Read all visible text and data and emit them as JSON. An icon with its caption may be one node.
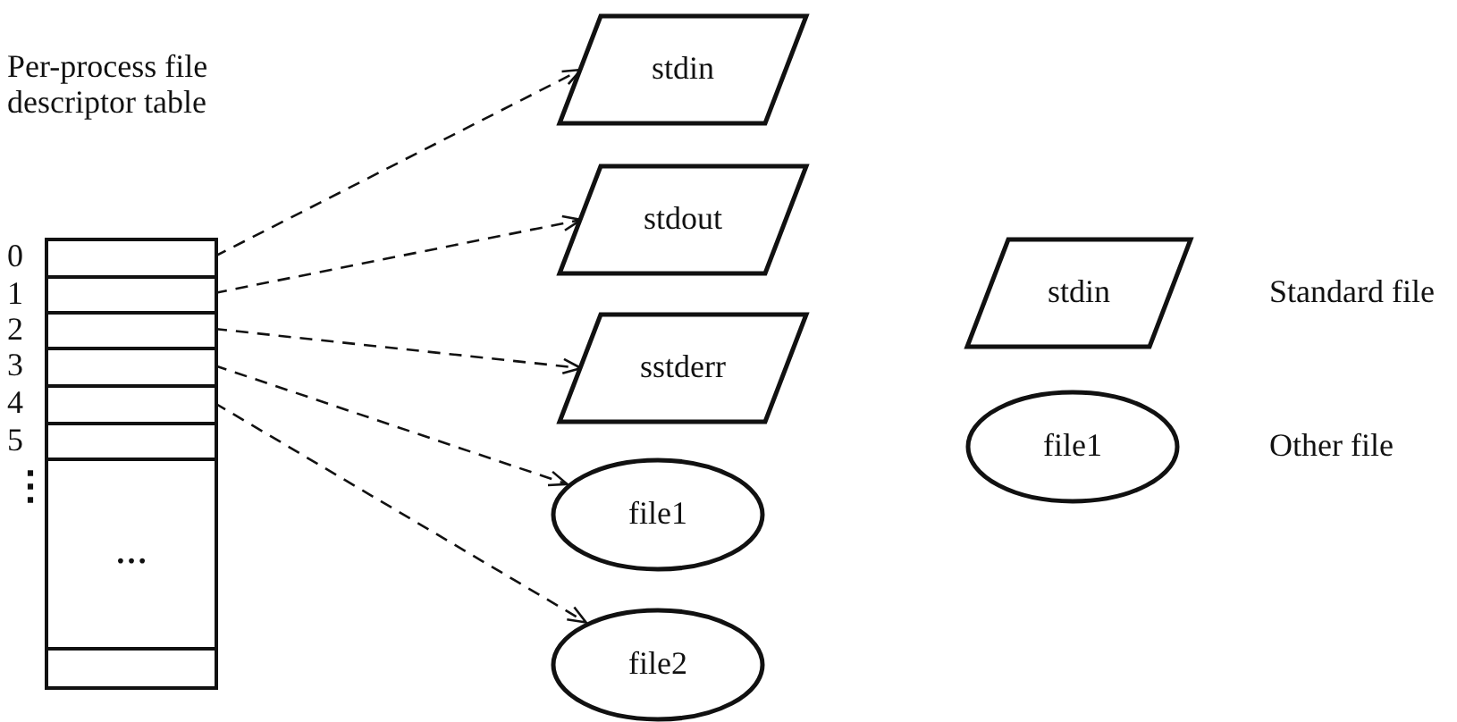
{
  "diagram": {
    "nodes": [
      {
        "text": [
          "Per-process file descriptor table"
        ]
      },
      {
        "text": [],
        "shape": "box",
        "in": 0,
        "beside": [
          "0"
        ]
      },
      {
        "text": [],
        "shape": "box",
        "in": 0,
        "beside": [
          "1"
        ]
      },
      {
        "text": [],
        "shape": "box",
        "in": 0,
        "beside": [
          "2"
        ]
      },
      {
        "text": [],
        "shape": "box",
        "in": 0,
        "beside": [
          "3"
        ]
      },
      {
        "text": [],
        "shape": "box",
        "in": 0,
        "beside": [
          "4"
        ]
      },
      {
        "text": [],
        "shape": "box",
        "in": 0,
        "beside": [
          "5"
        ]
      },
      {
        "text": [
          "…"
        ],
        "in": 0,
        "beside": [
          "⋮"
        ]
      },
      {
        "text": [],
        "shape": "box",
        "in": 0
      },
      {
        "text": [
          "stdin"
        ]
      },
      {
        "text": [
          "stdout"
        ]
      },
      {
        "text": [
          "sstderr"
        ]
      },
      {
        "text": [
          "file1"
        ]
      },
      {
        "text": [
          "file2"
        ]
      },
      {
        "text": [
          "stdin"
        ],
        "beside": [
          "Standard file"
        ]
      },
      {
        "text": [
          "file1"
        ],
        "beside": [
          "Other file"
        ]
      }
    ],
    "edges": [
      {
        "from": 1,
        "to": 9,
        "arrow": "to",
        "style": "dashed"
      },
      {
        "from": 2,
        "to": 10,
        "arrow": "to",
        "style": "dashed"
      },
      {
        "from": 3,
        "to": 11,
        "arrow": "to",
        "style": "dashed"
      },
      {
        "from": 4,
        "to": 12,
        "arrow": "to",
        "style": "dashed"
      },
      {
        "from": 5,
        "to": 13,
        "arrow": "to",
        "style": "dashed"
      }
    ]
  }
}
